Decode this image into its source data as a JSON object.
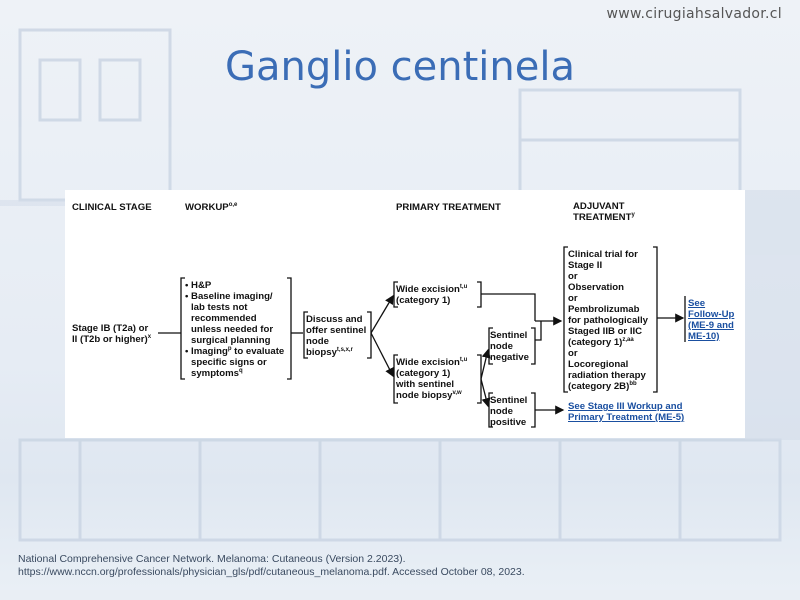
{
  "site": "www.cirugiahsalvador.cl",
  "title": "Ganglio centinela",
  "table": {
    "headers": {
      "clinical_stage": "CLINICAL STAGE",
      "workup": "WORKUP",
      "workup_sup": "o,e",
      "primary_treatment": "PRIMARY TREATMENT",
      "adjuvant_1": "ADJUVANT",
      "adjuvant_2": "TREATMENT",
      "adjuvant_sup": "y"
    },
    "stage": {
      "line1": "Stage IB (T2a) or",
      "line2": "II (T2b or higher)",
      "sup": "x"
    },
    "workup": {
      "l1": "• H&P",
      "l2": "• Baseline imaging/",
      "l3": "lab tests not",
      "l4": "recommended",
      "l5": "unless needed for",
      "l6": "surgical planning",
      "l7": "• Imaging",
      "l7_sup": "p",
      "l7_rest": " to evaluate",
      "l8": "specific signs or",
      "l9": "symptoms",
      "l9_sup": "q"
    },
    "discuss": {
      "l1": "Discuss and",
      "l2": "offer sentinel",
      "l3": "node",
      "l4": "biopsy",
      "l4_sup": "t,s,x,r"
    },
    "wide1": {
      "l1": "Wide excision",
      "l1_sup": "t,u",
      "l2": "(category 1)"
    },
    "wide2": {
      "l1": "Wide excision",
      "l1_sup": "t,u",
      "l2": "(category 1)",
      "l3": "with sentinel",
      "l4": "node biopsy",
      "l4_sup": "v,w"
    },
    "sentinel_negative": {
      "l1": "Sentinel",
      "l2": "node",
      "l3": "negative"
    },
    "sentinel_positive": {
      "l1": "Sentinel",
      "l2": "node",
      "l3": "positive"
    },
    "adjuvant": {
      "l1": "Clinical trial for",
      "l2": "Stage II",
      "l3": "or",
      "l4": "Observation",
      "l5": "or",
      "l6": "Pembrolizumab",
      "l7": "for pathologically",
      "l8": "Staged IIB or IIC",
      "l9": "(category 1)",
      "l9_sup": "z,aa",
      "l10": "or",
      "l11": "Locoregional",
      "l12": "radiation therapy",
      "l13": "(category 2B)",
      "l13_sup": "bb"
    },
    "followup": {
      "l1": "See",
      "l2": "Follow-Up",
      "l3": "(ME-9 and",
      "l4": "ME-10)"
    },
    "stage3": {
      "l1": "See Stage III Workup and",
      "l2": "Primary Treatment (ME-5)"
    }
  },
  "footer": {
    "line1": "National Comprehensive Cancer Network. Melanoma: Cutaneous (Version 2.2023).",
    "line2": "https://www.nccn.org/professionals/physician_gls/pdf/cutaneous_melanoma.pdf.  Accessed October 08, 2023."
  }
}
